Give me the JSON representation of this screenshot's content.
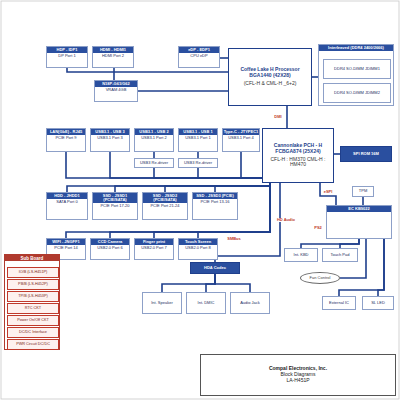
{
  "diagram": {
    "nodes": [
      {
        "text": [
          "HDP - IDP1",
          "DP Port 1"
        ]
      },
      {
        "text": [
          "HDMI - HDMI1",
          "HDMI Port 2"
        ]
      },
      {
        "text": [
          "N18P-G61/G62",
          "VRAM 4GB"
        ]
      },
      {
        "text": [
          "eDP - EDP1",
          "CPU eDP"
        ]
      },
      {
        "text": [
          "Coffee Lake H Processor BGA1440 (42X28)",
          "(CFL-H & CML-H _6+2)"
        ]
      },
      {
        "text": [
          "Interleaved (DDR4 2400/2666)"
        ]
      },
      {
        "text": [
          "DDR4 SO-DIMM JDIMM1"
        ],
        "in": 5
      },
      {
        "text": [
          "DDR4 SO-DIMM JDIMM2"
        ],
        "in": 5
      },
      {
        "text": [
          "LAN(GbE) - RJ45",
          "PCIE Port 9"
        ]
      },
      {
        "text": [
          "USB3.1 - USB 3",
          "USB3.1 Port 3"
        ]
      },
      {
        "text": [
          "USB3.1 - USB 2",
          "USB3.1 Port 2"
        ]
      },
      {
        "text": [
          "USB3.1 - USB 1",
          "USB3.1 Port 1"
        ]
      },
      {
        "text": [
          "Type-C - JTYPEC1",
          "USB3.1 Port 4"
        ]
      },
      {
        "text": [
          "USB3 Re-driver"
        ]
      },
      {
        "text": [
          "USB3 Re-driver"
        ]
      },
      {
        "text": [
          "Cannonlake PCH - H FCBGA874 (25X24)",
          "CFL-H : HM370 CML-H : HM470"
        ]
      },
      {
        "text": [
          "SPI ROM 16M"
        ]
      },
      {
        "text": [
          "HDD - JHDD1",
          "SATA Port 0"
        ]
      },
      {
        "text": [
          "SSD - JSSD1 (PCIE/SATA)",
          "PCIE Port 17-20"
        ]
      },
      {
        "text": [
          "SSD - JSSD2 (PCIE/SATA)",
          "PCIE Port 21-24"
        ]
      },
      {
        "text": [
          "SSD - JSSD3 (PCIE)",
          "PCIE Port 13-16"
        ]
      },
      {
        "text": [
          "WIFI - JNGFF1",
          "PCIE Port 14"
        ]
      },
      {
        "text": [
          "CCD Camera",
          "USB2.0 Port 6"
        ]
      },
      {
        "text": [
          "Finger print",
          "USB2.0 Port 7"
        ]
      },
      {
        "text": [
          "Touch Screen",
          "USB2.0 Port 8"
        ]
      },
      {
        "text": [
          "TPM"
        ]
      },
      {
        "text": [
          "EC KB9022"
        ]
      },
      {
        "text": [
          "Int. KBD"
        ]
      },
      {
        "text": [
          "Touch Pad"
        ]
      },
      {
        "text": [
          "Fan Control"
        ]
      },
      {
        "text": [
          "External IC"
        ]
      },
      {
        "text": [
          "SL LED"
        ]
      },
      {
        "text": [
          "HDA Codec"
        ]
      },
      {
        "text": [
          "Int. Speaker"
        ]
      },
      {
        "text": [
          "Int. DMIC"
        ]
      },
      {
        "text": [
          "Audio Jack"
        ]
      },
      {
        "text": [
          "Sub Board"
        ]
      },
      {
        "text": [
          "IO/B (LS-H451P)"
        ],
        "in": 36
      },
      {
        "text": [
          "PB/B (LS-H452P)"
        ],
        "in": 36
      },
      {
        "text": [
          "TP/B (LS-H453P)"
        ],
        "in": 36
      },
      {
        "text": [
          "RTC CKT"
        ],
        "in": 36
      },
      {
        "text": [
          "Power On/Off CKT"
        ],
        "in": 36
      },
      {
        "text": [
          "DC/DC Interface"
        ],
        "in": 36
      },
      {
        "text": [
          "PWR Circuit DC/DC"
        ],
        "in": 36
      },
      {
        "text": [
          "Compal Electronics, Inc.",
          "Block Diagrams",
          "LA-H451P"
        ]
      }
    ],
    "edges": [
      {
        "from": 0,
        "to": 4,
        "arrow": "none"
      },
      {
        "from": 1,
        "to": 2,
        "arrow": "none"
      },
      {
        "from": 2,
        "to": 4,
        "arrow": "none"
      },
      {
        "from": 3,
        "to": 4,
        "arrow": "none"
      },
      {
        "from": 5,
        "to": 4,
        "arrow": "none"
      },
      {
        "from": 4,
        "to": 15,
        "label": "DMI",
        "arrow": "none"
      },
      {
        "from": 15,
        "to": 16,
        "arrow": "none"
      },
      {
        "from": 8,
        "to": 15,
        "arrow": "none"
      },
      {
        "from": 9,
        "to": 15,
        "arrow": "none"
      },
      {
        "from": 10,
        "to": 13,
        "arrow": "none"
      },
      {
        "from": 13,
        "to": 15,
        "arrow": "none"
      },
      {
        "from": 11,
        "to": 14,
        "arrow": "none"
      },
      {
        "from": 14,
        "to": 15,
        "arrow": "none"
      },
      {
        "from": 12,
        "to": 15,
        "arrow": "none"
      },
      {
        "from": 17,
        "to": 15,
        "arrow": "none"
      },
      {
        "from": 18,
        "to": 15,
        "arrow": "none"
      },
      {
        "from": 19,
        "to": 15,
        "arrow": "none"
      },
      {
        "from": 20,
        "to": 15,
        "arrow": "none"
      },
      {
        "from": 21,
        "to": 15,
        "arrow": "none"
      },
      {
        "from": 22,
        "to": 15,
        "arrow": "none"
      },
      {
        "from": 23,
        "to": 15,
        "arrow": "none"
      },
      {
        "from": 24,
        "to": 15,
        "arrow": "none"
      },
      {
        "from": 15,
        "to": 26,
        "label": "eSPI",
        "arrow": "none"
      },
      {
        "from": 26,
        "to": 25,
        "arrow": "none"
      },
      {
        "from": 15,
        "to": 32,
        "label": "HD Audio",
        "arrow": "none"
      },
      {
        "from": 32,
        "to": 33,
        "arrow": "none"
      },
      {
        "from": 32,
        "to": 34,
        "arrow": "none"
      },
      {
        "from": 32,
        "to": 35,
        "arrow": "none"
      },
      {
        "from": 26,
        "to": 27,
        "arrow": "none"
      },
      {
        "from": 26,
        "to": 28,
        "arrow": "none"
      },
      {
        "from": 26,
        "to": 29,
        "arrow": "none"
      },
      {
        "from": 26,
        "to": 30,
        "arrow": "none"
      },
      {
        "from": 26,
        "to": 31,
        "arrow": "none"
      }
    ],
    "labels": [
      "SMBus",
      "PS2"
    ]
  }
}
